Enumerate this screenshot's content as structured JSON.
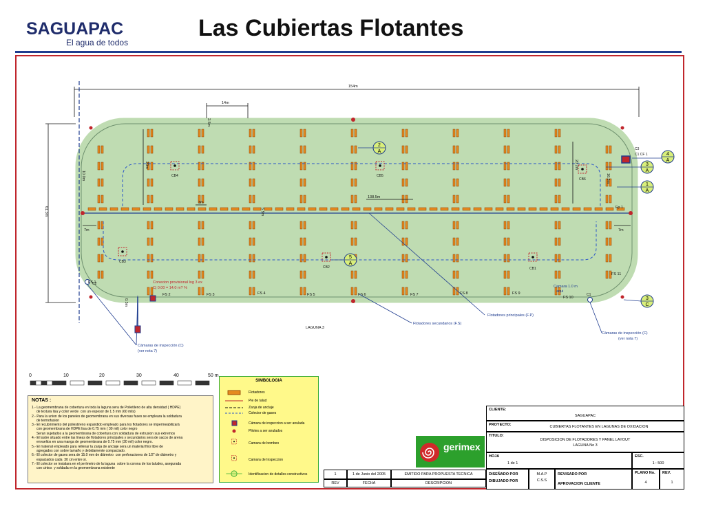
{
  "header": {
    "title": "Las Cubiertas Flotantes",
    "logo_name": "SAGUAPAC",
    "logo_tagline": "El agua de todos"
  },
  "dims": {
    "overall_length": "154m",
    "top_span": "14m",
    "overall_width": "61.3m",
    "left_offset": "7m",
    "right_offset": "7m",
    "right_offset_top": "7m",
    "center_span": "138.5m",
    "small_a": "2.5m",
    "small_b": "3m",
    "small_c": "3m",
    "small_d": "0.5m",
    "vert_left": "20m",
    "vert_right": "20.2m",
    "vert_mid": "16.5m",
    "vert_left2": "10.0m",
    "vert_small": "5.5m",
    "bottom_small": "0.5m"
  },
  "chambers": {
    "cb4": "CB4",
    "cb5": "CB5",
    "cb6": "CB6",
    "cb3": "CB3",
    "cb2": "CB2",
    "cb1": "CB1",
    "c2": "C2",
    "c1": "C1",
    "c3": "C3",
    "c1cf1": "C1 CF 1"
  },
  "sections": {
    "fs1": "FS 1",
    "fs2": "FS 2",
    "fs3": "FS 3",
    "fs4": "FS 4",
    "fs5": "FS 5",
    "fs6": "FS 6",
    "fs7": "FS 7",
    "fs8": "FS 8",
    "fs9": "FS 9",
    "fs10": "FS 10",
    "fs11": "FS 11",
    "fp1": "Fp 1"
  },
  "callouts": {
    "c2a_num": "2",
    "c2a_let": "A",
    "c3a_num": "3",
    "c3a_let": "A",
    "c4a_num": "4",
    "c4a_let": "A",
    "c1a_num": "1",
    "c1a_let": "A",
    "c5a_num": "5",
    "c5a_let": "A",
    "c3c_num": "3",
    "c3c_let": "C"
  },
  "labels": {
    "laguna": "LAGUNA 3",
    "flot_sec": "Flotadores secundarios (F.S)",
    "flot_pri": "Flotadores principales (F.P)",
    "insp_left_1": "Cámaras de inspección (C)",
    "insp_left_2": "(ver nota 7)",
    "insp_right_1": "Cámaras de inspección (C)",
    "insp_right_2": "(ver nota 7)",
    "conexion_1": "Conexion provisional  log 3 ex",
    "conexion_2": "Cj 0.00 = 14.0 m? %",
    "camara_note_1": "Camara 1.0 m",
    "camara_note_2": "aqui"
  },
  "scale": {
    "marks": [
      "0",
      "10",
      "20",
      "30",
      "40",
      "50 m"
    ]
  },
  "legend": {
    "title": "SIMBOLOGIA",
    "items": [
      "Flotadores",
      "Pie de talud",
      "Zanja de anclaje",
      "Colector de gases",
      "Cámara de inspeccion a ser anulada",
      "Pilotes a ser anulados",
      "Camara de bombeo",
      "Camara de Inspeccion",
      "Identificacion de detalles constructivos"
    ]
  },
  "notes": {
    "title": "NOTAS :",
    "lines": [
      "1.- La geomembrana de cobertura en toda la laguna sera de Polietileno de alta densidad ( HDPE)",
      "     de textura lisa y color verde  con un espesor de 1.5 mm (60 mils)",
      "2.- Para la union de los paneles de geomembrana en sus diversas fases se empleara la soldadura",
      "     de termofusion",
      "3.- El recubrimiento del poliestireno expandido empleado para los flotadores se impermeabilizará",
      "     con geomembrana de HDPE lisa de 0.75 mm ( 30 mil) color negro",
      "     Seran sujetados a la geomembrana de cobertura con soldadura de extrusion sus extremos",
      "4.- El lastre situado entre las lineas de flotadores principales y secundarios sera de sacos de arena",
      "     envueltos en una manga de geomembrana de 0.75 mm (30 mil) color negro.",
      "5.- El material empleado para rellenar la zanja de anclaje sera un material fino libre de",
      "     agregados con sobre tamaño y debidamente compactado.",
      "6.- El colector de gases sera de 15.0 mm de diámetro  con perforaciones de 1/2\" de diámetro y",
      "     espaciados cada  30 cm entre si.",
      "7.- El colector se instalara en el perímetro de la laguna  sobre la corona de los taludes, asegurada",
      "     con cintos  y soldada en la geomembrana existente"
    ]
  },
  "titleblock": {
    "cliente_label": "CLIENTE:",
    "cliente": "SAGUAPAC",
    "proyecto_label": "PROYECTO:",
    "proyecto": "CUBIERTAS FLOTANTES EN LAGUNAS DE OXIDACION",
    "titulo_label": "TITULO:",
    "titulo_1": "DISPOSICION DE FLOTADORES Y PANEL LAYOUT",
    "titulo_2": "LAGUNA No 3",
    "hoja_label": "HOJA",
    "hoja": "1    de  1",
    "esc_label": "ESC.",
    "esc": "1 : 500",
    "disenado": "DISEÑADO POR",
    "dibujado": "DIBUJADO POR",
    "disenado_val": "M.A.P",
    "dibujado_val": "C.S.S",
    "revisado": "REVISADO POR",
    "aprobacion": "APROVACION CLIENTE",
    "plano_label": "PLANO No.",
    "plano": "4",
    "rev_label": "REV.",
    "rev": "1",
    "company": "gerimex"
  },
  "revisions": {
    "row_rev": "1",
    "row_date": "1 de Junio del 2005",
    "row_desc": "EMITIDO PARA PROPUESTA TECNICA",
    "h_rev": "REV",
    "h_fecha": "FECHA",
    "h_desc": "DESCRIPCION"
  },
  "colors": {
    "lagoon_fill": "#bfdcb2",
    "float_orange": "#e58a1f",
    "float_outline": "#8a3b00",
    "dim_blue": "#1f3c8f",
    "red": "#c0262c",
    "callout_green": "#d9ef7a"
  }
}
